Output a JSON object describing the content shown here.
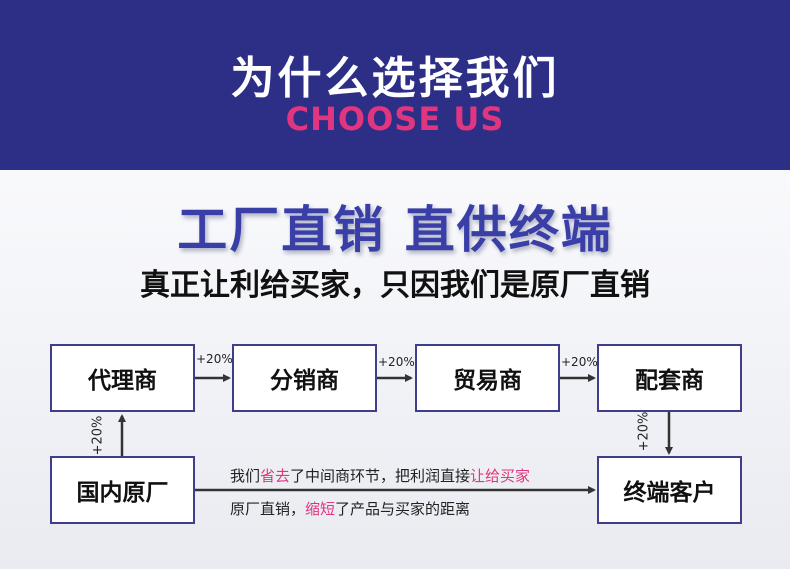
{
  "colors": {
    "header_bg": "#2d2f86",
    "accent_pink": "#e0357f",
    "headline_blue": "#3a3fa8",
    "box_border": "#3d3f8c",
    "arrow": "#333333"
  },
  "header": {
    "title": "为什么选择我们",
    "subtitle": "CHOOSE US"
  },
  "headline": "工厂直销  直供终端",
  "subline": "真正让利给买家，只因我们是原厂直销",
  "nodes": {
    "agent": "代理商",
    "distributor": "分销商",
    "trader": "贸易商",
    "supplier": "配套商",
    "end_customer": "终端客户",
    "factory": "国内原厂"
  },
  "markups": {
    "agent_to_distributor": "+20%",
    "distributor_to_trader": "+20%",
    "trader_to_supplier": "+20%",
    "factory_to_agent": "+20%",
    "supplier_to_end": "+20%"
  },
  "note": {
    "line1": {
      "a": "我们",
      "b": "省去",
      "c": "了中间商环节，把利润直接",
      "d": "让给买家"
    },
    "line2": {
      "a": "原厂直销，",
      "b": "缩短",
      "c": "了产品与买家的距离"
    }
  }
}
